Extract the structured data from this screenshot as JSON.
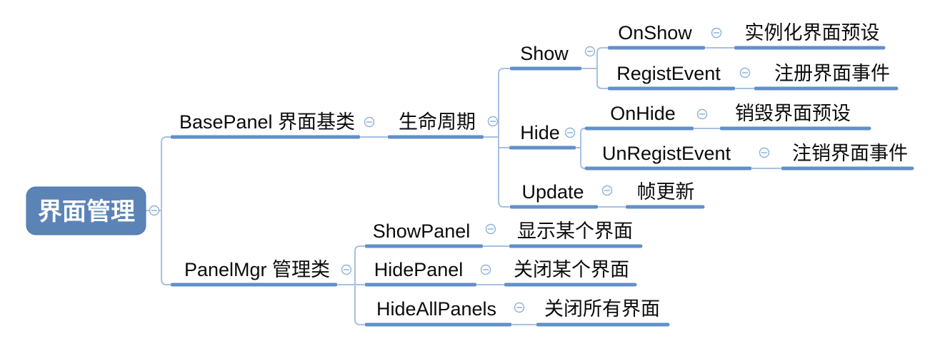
{
  "mindmap": {
    "root": {
      "label": "界面管理"
    },
    "branches": [
      {
        "label": "BasePanel 界面基类",
        "children": [
          {
            "label": "生命周期",
            "children": [
              {
                "label": "Show",
                "children": [
                  {
                    "label": "OnShow",
                    "children": [
                      {
                        "label": "实例化界面预设"
                      }
                    ]
                  },
                  {
                    "label": "RegistEvent",
                    "children": [
                      {
                        "label": "注册界面事件"
                      }
                    ]
                  }
                ]
              },
              {
                "label": "Hide",
                "children": [
                  {
                    "label": "OnHide",
                    "children": [
                      {
                        "label": "销毁界面预设"
                      }
                    ]
                  },
                  {
                    "label": "UnRegistEvent",
                    "children": [
                      {
                        "label": "注销界面事件"
                      }
                    ]
                  }
                ]
              },
              {
                "label": "Update",
                "children": [
                  {
                    "label": "帧更新"
                  }
                ]
              }
            ]
          }
        ]
      },
      {
        "label": "PanelMgr 管理类",
        "children": [
          {
            "label": "ShowPanel",
            "children": [
              {
                "label": "显示某个界面"
              }
            ]
          },
          {
            "label": "HidePanel",
            "children": [
              {
                "label": "关闭某个界面"
              }
            ]
          },
          {
            "label": "HideAllPanels",
            "children": [
              {
                "label": "关闭所有界面"
              }
            ]
          }
        ]
      }
    ]
  },
  "icons": {
    "collapse": "minus-circle"
  },
  "colors": {
    "root_fill": "#5B83B6",
    "root_text": "#FFFFFF",
    "topic_underline": "#6290C8",
    "connector_line": "#A6C1E0",
    "collapse_icon": "#8FB2D6",
    "topic_text": "#0B0B0B",
    "background": "#FFFFFF"
  }
}
